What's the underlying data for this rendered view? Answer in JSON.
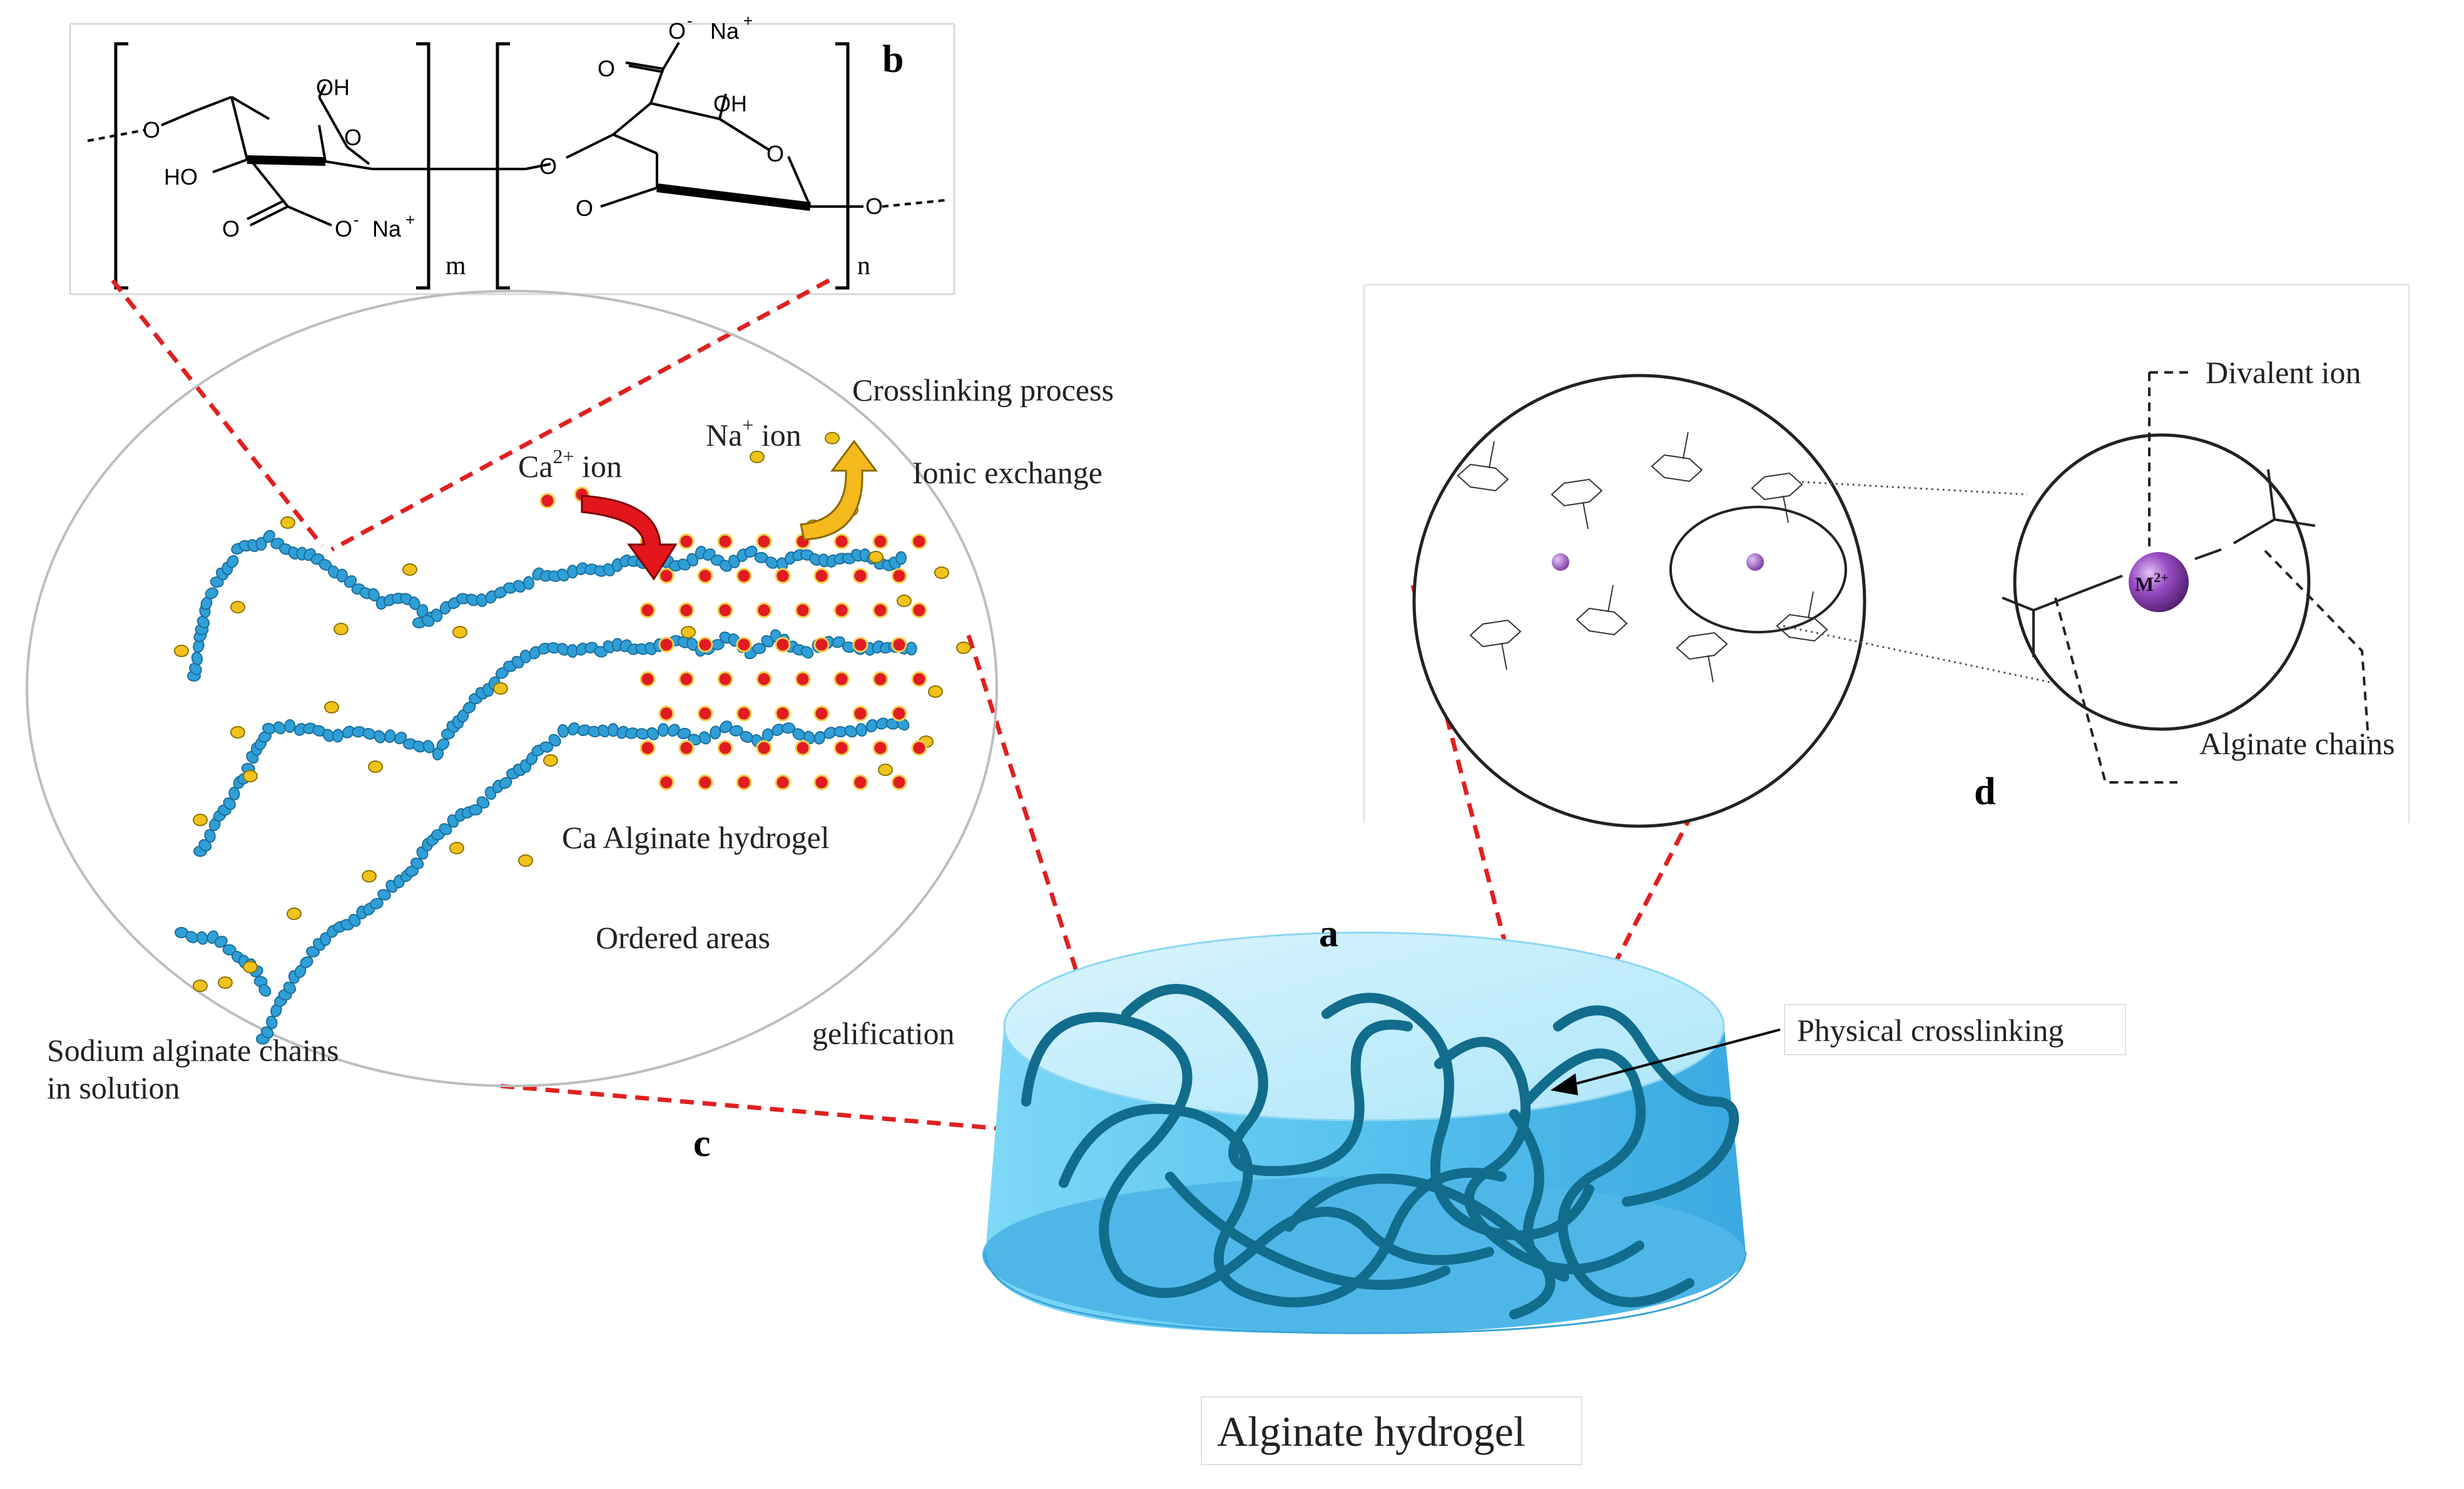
{
  "panels": {
    "a": "a",
    "b": "b",
    "c": "c",
    "d": "d"
  },
  "labels": {
    "crosslinking_process": "Crosslinking process",
    "ionic_exchange": "Ionic exchange",
    "ca_ion_base": "Ca",
    "ca_ion_sup": "2+",
    "ca_ion_suffix": " ion",
    "na_ion_base": "Na",
    "na_ion_sup": "+",
    "na_ion_suffix": " ion",
    "ca_alginate_hydrogel": "Ca Alginate hydrogel",
    "ordered_areas": "Ordered areas",
    "sodium_alginate_line1": "Sodium alginate chains",
    "sodium_alginate_line2": "in solution",
    "gelification": "gelification",
    "physical_crosslinking": "Physical crosslinking",
    "alginate_hydrogel": "Alginate hydrogel",
    "divalent_ion": "Divalent ion",
    "alginate_chains": "Alginate chains",
    "metal_ion_base": "M",
    "metal_ion_sup": "2+"
  },
  "structure": {
    "subscript_m": "m",
    "subscript_n": "n",
    "oh_1": "OH",
    "ho": "HO",
    "oh_2": "OH",
    "carboxylate_o_1": "O",
    "carboxylate_o_2": "O",
    "o_minus": "O",
    "minus": "-",
    "na_1": "Na",
    "na_2": "Na",
    "plus": "+",
    "ring_o": "O"
  },
  "colors": {
    "dashed_red": "#e02020",
    "chain_blue": "#2f9fd8",
    "na_ion_yellow": "#f2c21a",
    "ca_ion_red": "#e01b24",
    "hydrogel_fill": "#5cc8f0",
    "hydrogel_strand": "#126c8c",
    "metal_ion_purple": "#8a3fb3",
    "arrow_red": "#e3161b",
    "arrow_yellow": "#f4b91d"
  },
  "icons": {
    "ca_arrow": "curved-red-arrow",
    "na_arrow": "curved-yellow-arrow",
    "metal_ion": "purple-sphere"
  }
}
